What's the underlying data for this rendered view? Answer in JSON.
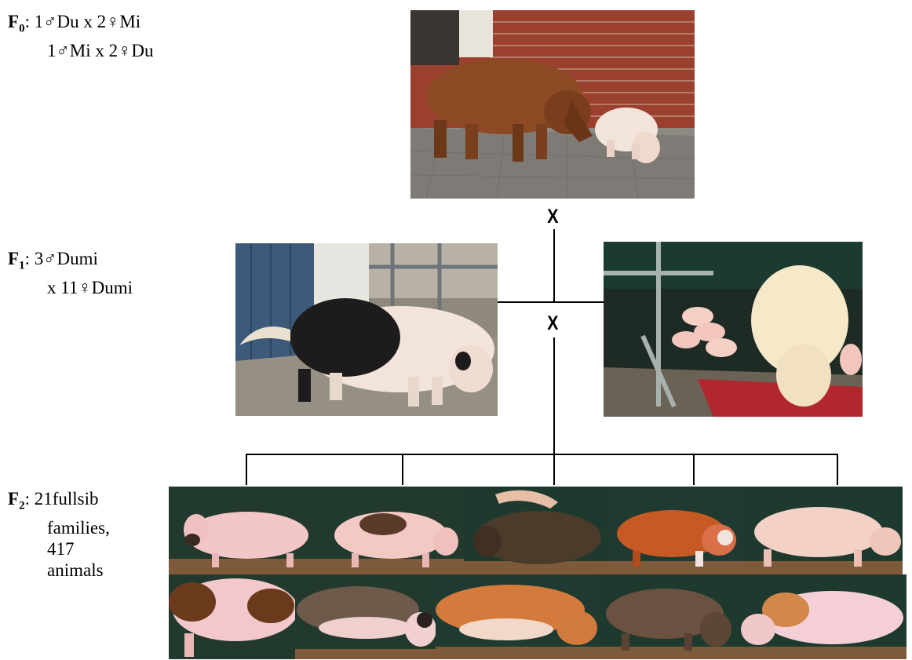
{
  "generations": {
    "f0": {
      "symbol": "F",
      "sub": "0",
      "lines": [
        "1♂Du x 2♀Mi",
        "1♂Mi x 2♀Du"
      ]
    },
    "f1": {
      "symbol": "F",
      "sub": "1",
      "lines": [
        "3♂Dumi",
        "x 11♀Dumi"
      ]
    },
    "f2": {
      "symbol": "F",
      "sub": "2",
      "lines": [
        "21fullsib",
        "families,",
        "417",
        "animals"
      ]
    }
  },
  "cross_symbols": [
    "X",
    "X"
  ],
  "colors": {
    "duroc_brown": "#8b4a24",
    "white_pig": "#f2e4da",
    "black_patch": "#1d1b1c",
    "brick": "#9b3f2e",
    "barn_floor": "#8f887c",
    "green_backdrop": "#1e3a2f",
    "pink_pig": "#f3c7c7"
  }
}
